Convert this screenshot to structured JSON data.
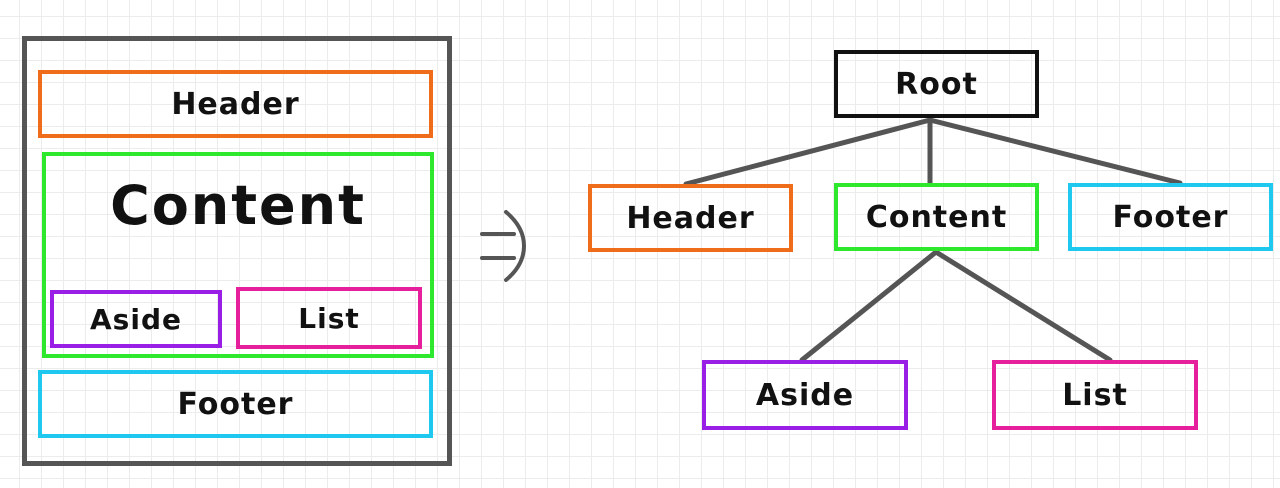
{
  "layout": {
    "header": "Header",
    "content": "Content",
    "aside": "Aside",
    "list": "List",
    "footer": "Footer"
  },
  "arrow_symbol": "⇒",
  "tree": {
    "root": "Root",
    "header": "Header",
    "content": "Content",
    "footer": "Footer",
    "aside": "Aside",
    "list": "List"
  },
  "colors": {
    "frame": "#555555",
    "header": "#ef6c1a",
    "content": "#2ee82e",
    "aside": "#9a1fe6",
    "list": "#e61f9d",
    "footer": "#1ec8ee",
    "root": "#111111",
    "edge": "#555555"
  }
}
